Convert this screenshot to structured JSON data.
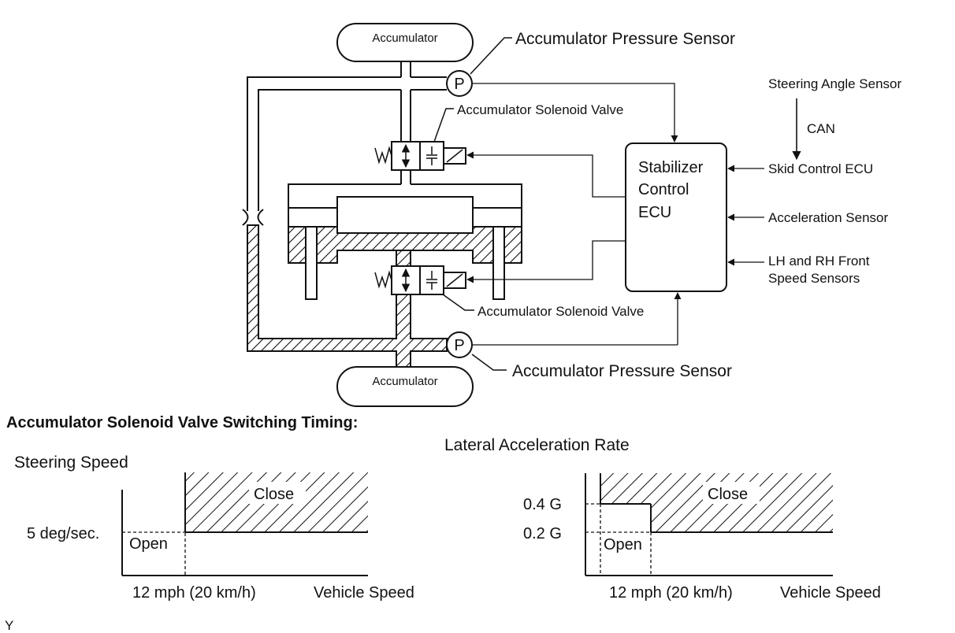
{
  "system": {
    "accumulator_top": "Accumulator",
    "accumulator_bottom": "Accumulator",
    "pressure_sensor_top": "Accumulator Pressure Sensor",
    "pressure_sensor_bottom": "Accumulator Pressure Sensor",
    "pressure_symbol": "P",
    "solenoid_valve_top": "Accumulator Solenoid Valve",
    "solenoid_valve_bottom": "Accumulator Solenoid Valve",
    "ecu_lines": [
      "Stabilizer",
      "Control",
      "ECU"
    ],
    "inputs": {
      "steering_angle_sensor": "Steering Angle Sensor",
      "can": "CAN",
      "skid_control_ecu": "Skid Control ECU",
      "acceleration_sensor": "Acceleration Sensor",
      "front_speed_sensors_1": "LH and RH Front",
      "front_speed_sensors_2": "Speed Sensors"
    }
  },
  "timing": {
    "heading": "Accumulator Solenoid Valve Switching Timing:",
    "left_chart": {
      "ylabel": "Steering Speed",
      "xlabel": "Vehicle Speed",
      "x_tick": "12 mph (20 km/h)",
      "y_tick": "5 deg/sec.",
      "open_label": "Open",
      "close_label": "Close"
    },
    "right_chart": {
      "ylabel": "Lateral Acceleration Rate",
      "xlabel": "Vehicle Speed",
      "x_tick": "12 mph (20 km/h)",
      "y_tick_high": "0.4 G",
      "y_tick_low": "0.2 G",
      "open_label": "Open",
      "close_label": "Close"
    }
  },
  "footer_code": "Y"
}
